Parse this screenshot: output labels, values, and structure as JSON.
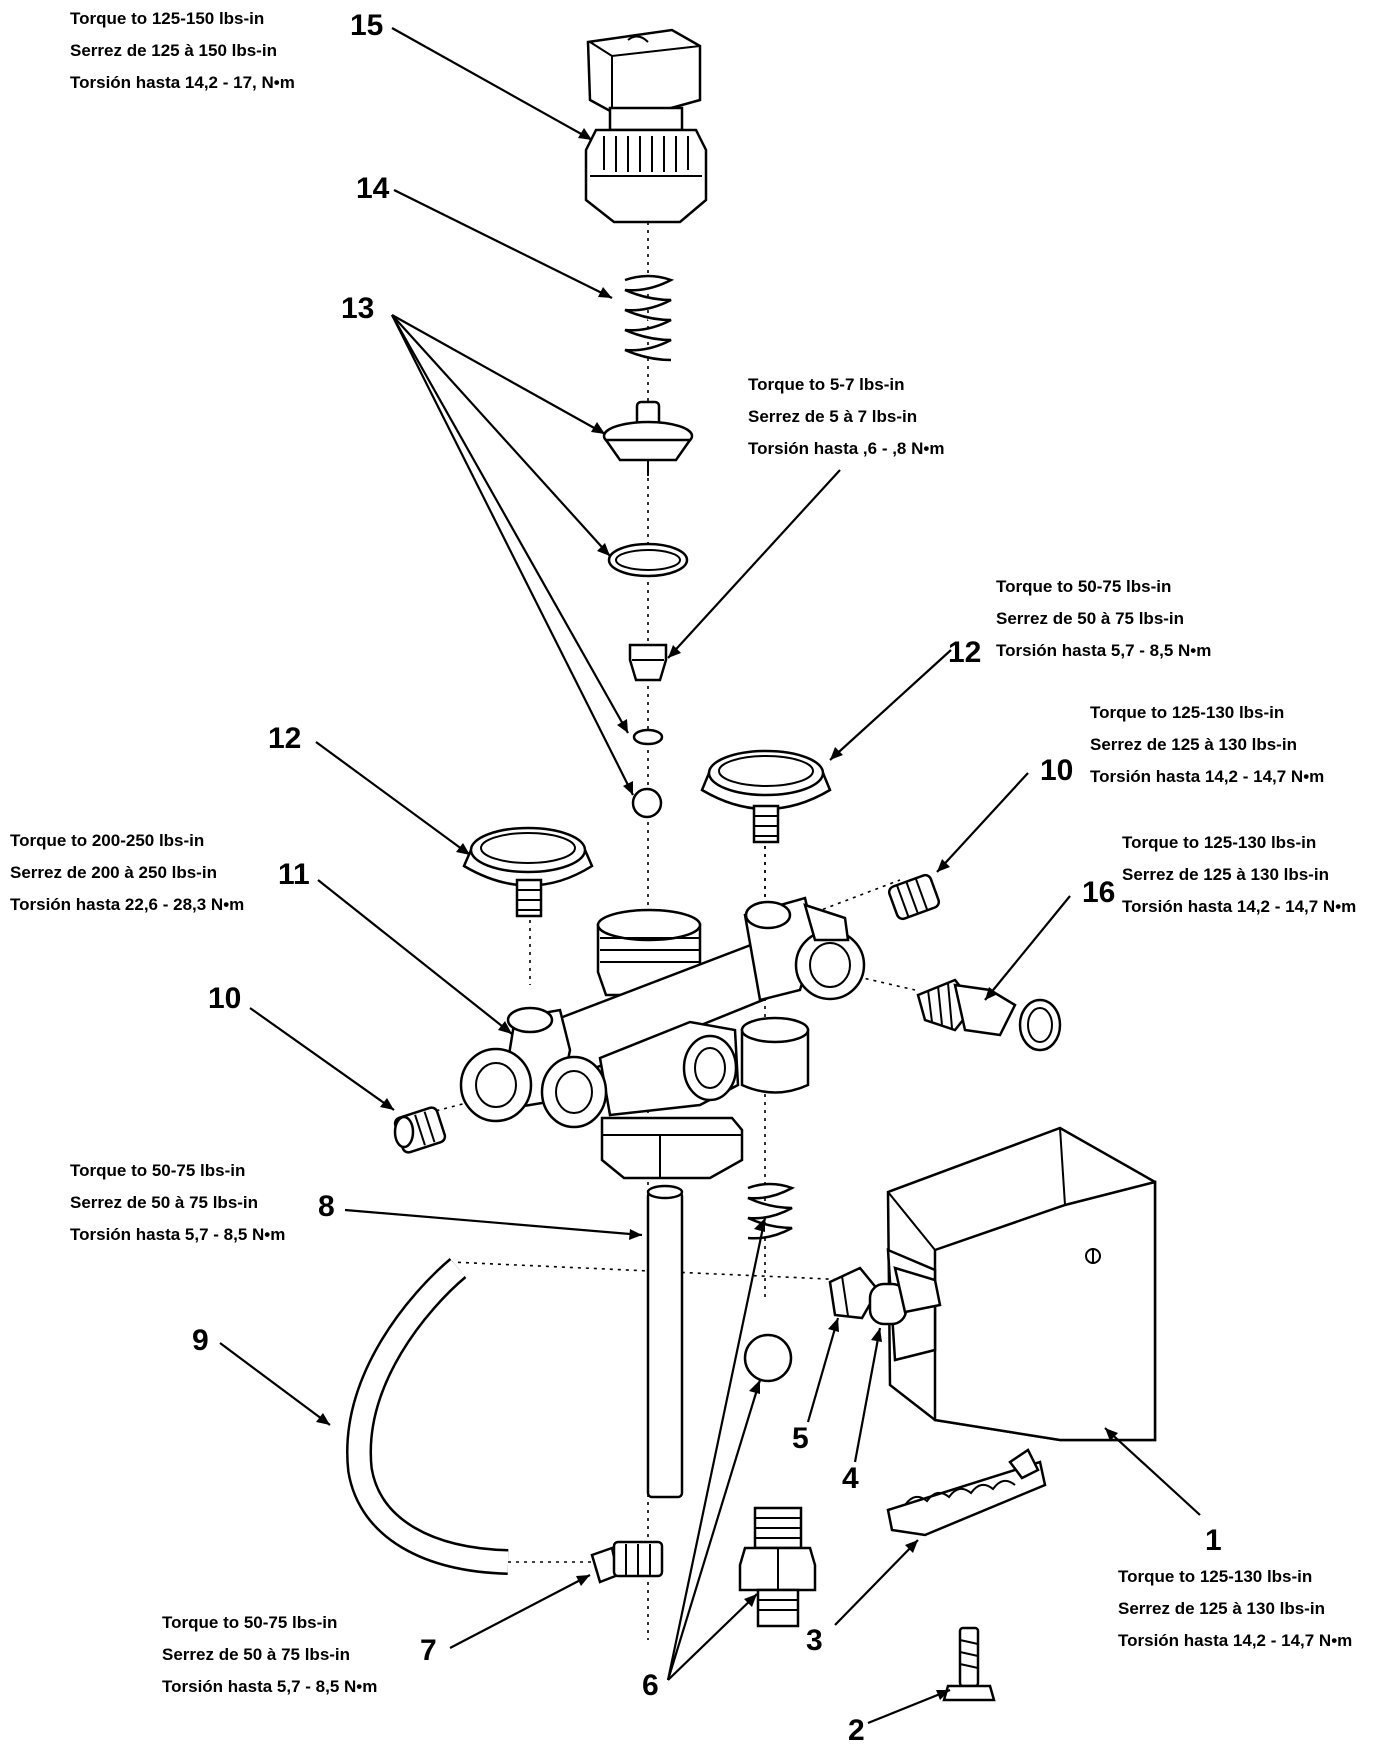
{
  "callouts": {
    "c1": "1",
    "c2": "2",
    "c3": "3",
    "c4": "4",
    "c5": "5",
    "c6": "6",
    "c7": "7",
    "c8": "8",
    "c9": "9",
    "c10a": "10",
    "c10b": "10",
    "c11": "11",
    "c12a": "12",
    "c12b": "12",
    "c13": "13",
    "c14": "14",
    "c15": "15",
    "c16": "16"
  },
  "notes": {
    "n15": [
      "Torque to 125-150 lbs-in",
      "Serrez de 125 à 150 lbs-in",
      "Torsión hasta 14,2 - 17, N•m"
    ],
    "n5_7": [
      "Torque to 5-7 lbs-in",
      "Serrez de 5 à 7 lbs-in",
      "Torsión hasta ,6 - ,8 N•m"
    ],
    "n12r": [
      "Torque to 50-75 lbs-in",
      "Serrez de 50 à 75 lbs-in",
      "Torsión hasta 5,7 - 8,5 N•m"
    ],
    "n10r": [
      "Torque to 125-130 lbs-in",
      "Serrez de 125 à 130 lbs-in",
      "Torsión hasta 14,2 - 14,7 N•m"
    ],
    "n16": [
      "Torque to 125-130 lbs-in",
      "Serrez de 125 à 130 lbs-in",
      "Torsión hasta 14,2 - 14,7 N•m"
    ],
    "n11": [
      "Torque to 200-250 lbs-in",
      "Serrez de 200 à 250 lbs-in",
      "Torsión hasta 22,6 - 28,3 N•m"
    ],
    "n8": [
      "Torque to 50-75 lbs-in",
      "Serrez de 50 à 75 lbs-in",
      "Torsión hasta 5,7 - 8,5 N•m"
    ],
    "n7": [
      "Torque to 50-75 lbs-in",
      "Serrez de 50 à 75 lbs-in",
      "Torsión hasta 5,7 - 8,5 N•m"
    ],
    "n1": [
      "Torque to 125-130 lbs-in",
      "Serrez de 125 à 130 lbs-in",
      "Torsión hasta 14,2 - 14,7 N•m"
    ]
  }
}
